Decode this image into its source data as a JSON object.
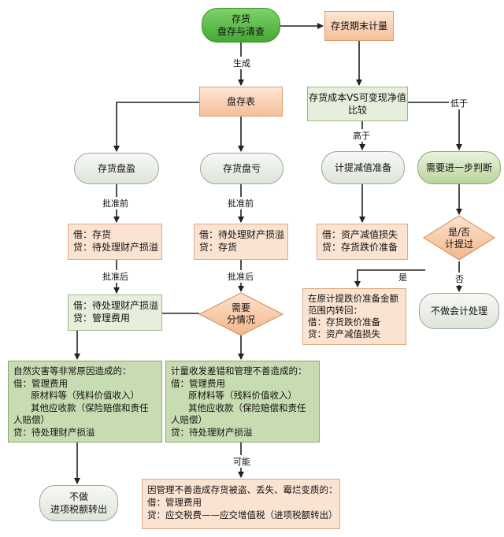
{
  "nodes": {
    "start": [
      "存货",
      "盘存与清查"
    ],
    "period_end": "存货期末计量",
    "inventory_sheet": "盘存表",
    "compare": [
      "存货成本VS可变现净值",
      "比较"
    ],
    "surplus": "存货盘盈",
    "shortage": "存货盘亏",
    "impairment": "计提减值准备",
    "further_judge": "需要进一步判断",
    "surplus_entry1": [
      "借：存货",
      "贷：待处理财产损溢"
    ],
    "shortage_entry1": [
      "借：待处理财产损溢",
      "贷：存货"
    ],
    "impairment_entry": [
      "借：资产减值损失",
      "贷：存货跌价准备"
    ],
    "provision_q": [
      "是/否",
      "计提过"
    ],
    "surplus_entry2": [
      "借：待处理财产损溢",
      "贷：管理费用"
    ],
    "need_case": [
      "需要",
      "分情况"
    ],
    "reverse_entry": [
      "在原计提跌价准备金额",
      "范围内转回：",
      "借：存货跌价准备",
      "贷：资产减值损失"
    ],
    "no_accounting": "不做会计处理",
    "natural_disaster": [
      "自然灾害等非常原因造成的：",
      "借：管理费用",
      "原材料等（残料价值收入）",
      "其他应收款（保险赔偿和责任",
      "人赔偿）",
      "贷：待处理财产损溢"
    ],
    "measurement_error": [
      "计量收发差错和管理不善造成的：",
      "借：管理费用",
      "原材料等（残料价值收入）",
      "其他应收款（保险赔偿和责任",
      "人赔偿）",
      "贷：待处理财产损溢"
    ],
    "no_input_tax": [
      "不做",
      "进项税额转出"
    ],
    "theft_loss": [
      "因管理不善造成存货被盗、丢失、霉烂变质的：",
      "借：管理费用",
      "贷：应交税费——应交增值税（进项税额转出）"
    ]
  },
  "labels": {
    "generate": "生成",
    "higher": "高于",
    "lower": "低于",
    "approve_before_1": "批准前",
    "approve_before_2": "批准前",
    "approve_after_1": "批准后",
    "approve_after_2": "批准后",
    "yes": "是",
    "no": "否",
    "possible": "可能"
  },
  "colors": {
    "green_pill": "#45a833",
    "orange_box": "#fbe3d2",
    "green_box": "#e6efdc",
    "dark_green_box": "#c8dcb2",
    "diamond": "#f7c8a6"
  }
}
